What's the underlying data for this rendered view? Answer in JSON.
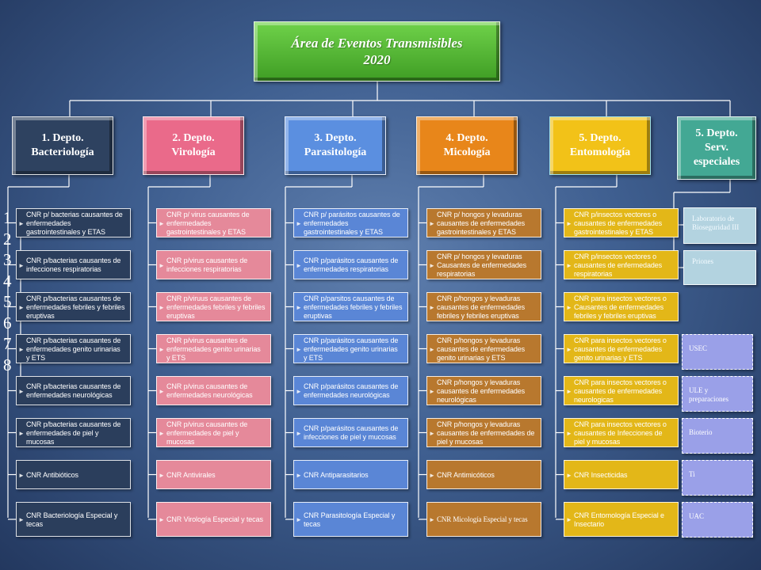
{
  "header": {
    "line1": "Área de Eventos Transmisibles",
    "line2": "2020"
  },
  "numbers": [
    "1",
    "2",
    "3",
    "4",
    "5",
    "6",
    "7",
    "8"
  ],
  "columns": [
    {
      "title": "1. Depto. Bacteriología",
      "bg": "#2e4260",
      "cellBg": "#2b3e5c",
      "items": [
        "CNR p/ bacterias causantes de enfermedades gastrointestinales y ETAS",
        "CNR p/bacterias causantes de infecciones respiratorias",
        "CNR p/bacterias causantes de enfermedades febriles y febriles eruptivas",
        "CNR p/bacterias causantes de enfermedades genito urinarias y ETS",
        "CNR p/bacterias causantes de enfermedades neurológicas",
        "CNR p/bacterias causantes de enfermedades de piel y mucosas",
        "CNR Antibióticos",
        "CNR Bacteriología Especial y tecas"
      ]
    },
    {
      "title": "2. Depto. Virología",
      "bg": "#ea6a8a",
      "cellBg": "#e5899a",
      "items": [
        "CNR p/ virus causantes de enfermedades gastrointestinales y ETAS",
        "CNR p/virus causantes de infecciones respiratorias",
        "CNR p/viruus causantes de enfermedades febriles y febriles eruptivas",
        "CNR p/virus causantes de enfermedades genito urinarias y ETS",
        "CNR p/virus causantes de enfermedades neurológicas",
        "CNR p/virus causantes de enfermedades de piel y mucosas",
        "CNR Antivirales",
        "CNR Virología Especial y tecas"
      ]
    },
    {
      "title": "3. Depto. Parasitología",
      "bg": "#5b8fe0",
      "cellBg": "#5a86d6",
      "items": [
        "CNR p/ parásitos causantes de enfermedades gastrointestinales y ETAS",
        "CNR p/parásitos causantes de enfermedades respiratorias",
        "CNR p/parsitos causantes de enfermedades febriles y febriles eruptivas",
        "CNR p/parásitos causantes de enfermedades genito urinarias y ETS",
        "CNR p/parásitos causantes de enfermedades neurológicas",
        "CNR p/parásitos causantes de infecciones de piel y mucosas",
        "CNR Antiparasitarios",
        "CNR Parasitología Especial y tecas"
      ]
    },
    {
      "title": "4. Depto. Micología",
      "bg": "#e8861a",
      "cellBg": "#b8782e",
      "items": [
        "CNR p/ hongos y levaduras causantes de enfermedades gastrointestinales y ETAS",
        "CNR p/ hongos y levaduras Causantes de enfermedades respiratorias",
        "CNR p/hongos y levaduras causantes de enfermedades febriles y febriles eruptivas",
        "CNR p/hongos y levaduras causantes de enfermedades genito urinarias y ETS",
        "CNR p/hongos y levaduras causantes de enfermedades neurológicas",
        "CNR p/hongos y levaduras causantes de enfermedades de piel y mucosas",
        "CNR Antimicóticos",
        "CNR Micología Especial y tecas"
      ]
    },
    {
      "title": "5. Depto. Entomología",
      "bg": "#f2c218",
      "cellBg": "#e3b718",
      "items": [
        "CNR p/insectos vectores o causantes de enfermedades gastrointestinales y ETAS",
        "CNR p/insectos vectores o causantes de enfermedades respiratorias",
        "CNR para insectos vectores o Causantes de enfermedades febriles y febriles eruptivas",
        "CNR para insectos vectores o causantes de enfermedades genito urinarias y ETS",
        "CNR para insectos vectores o causantes de enfermedades neurologicas",
        "CNR para insectos vectores o causantes de Infecciones de piel y mucosas",
        "CNR Insecticidas",
        "CNR Entomología Especial e Insectario"
      ]
    }
  ],
  "special": {
    "title": "5. Depto. Serv. especiales",
    "bg": "#43a894",
    "items": [
      {
        "label": "Laboratorio de Bioseguridad III",
        "bg": "#b3d3e0"
      },
      {
        "label": "Priones",
        "bg": "#b3d3e0"
      }
    ]
  },
  "side": [
    {
      "label": "USEC",
      "bg": "#9aa0e8"
    },
    {
      "label": "ULE y preparaciones",
      "bg": "#9aa0e8"
    },
    {
      "label": "Bioterio",
      "bg": "#9aa0e8"
    },
    {
      "label": "Ti",
      "bg": "#9aa0e8"
    },
    {
      "label": "UAC",
      "bg": "#9aa0e8"
    }
  ]
}
